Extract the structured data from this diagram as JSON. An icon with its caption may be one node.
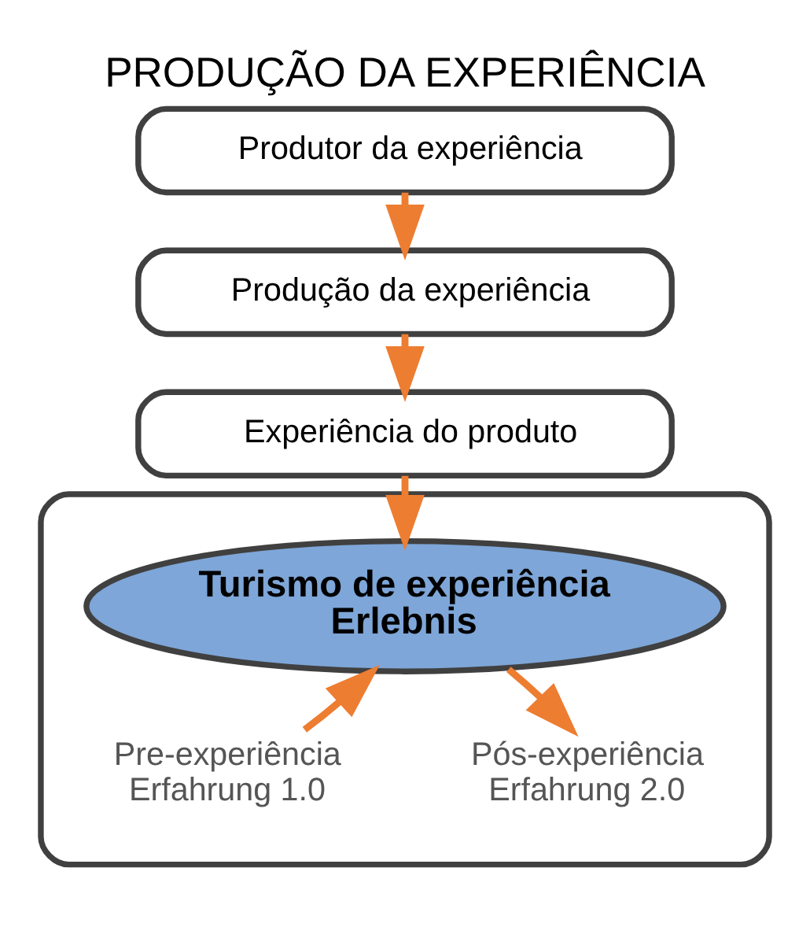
{
  "diagram": {
    "title": "PRODUÇÃO DA EXPERIÊNCIA",
    "nodes": [
      {
        "text": [
          "Produtor da experiência"
        ]
      },
      {
        "text": [
          "Produção da experiência"
        ]
      },
      {
        "text": [
          "Experiência do produto"
        ]
      },
      {
        "text": [],
        "shape": "ellipse"
      },
      {
        "text": [
          "Turismo de experiência Erlebnis"
        ],
        "in": 3
      },
      {
        "text": [
          "Pre-experiência Erfahrung 1.0"
        ],
        "in": 3
      },
      {
        "text": [
          "Pós-experiência Erfahrung 2.0"
        ],
        "in": 3
      }
    ],
    "edges": [
      {
        "from": 0,
        "to": 1,
        "arrow": "to"
      },
      {
        "from": 1,
        "to": 2,
        "arrow": "to"
      },
      {
        "from": 2,
        "to": 4,
        "arrow": "to"
      },
      {
        "from": 5,
        "to": 4,
        "arrow": "to"
      },
      {
        "from": 4,
        "to": 6,
        "arrow": "to"
      }
    ]
  }
}
